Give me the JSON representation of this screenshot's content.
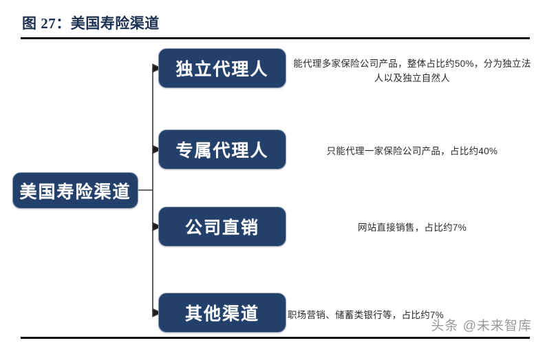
{
  "figure": {
    "title": "图 27：美国寿险渠道"
  },
  "diagram": {
    "root": {
      "label": "美国寿险渠道"
    },
    "children": [
      {
        "label": "独立代理人",
        "description": "能代理多家保险公司产品，整体占比约50%，分为独立法人以及独立自然人"
      },
      {
        "label": "专属代理人",
        "description": "只能代理一家保险公司产品，占比约40%"
      },
      {
        "label": "公司直销",
        "description": "网站直接销售，占比约7%"
      },
      {
        "label": "其他渠道",
        "description": "职场营销、储蓄类银行等，占比约7%"
      }
    ]
  },
  "watermark": {
    "text": "头条 @未来智库"
  },
  "colors": {
    "node_fill": "#23406b",
    "node_border": "#8d9cb5",
    "title_text": "#1b2f51",
    "rule": "#111111",
    "description_text": "#2b2b2b",
    "watermark_text": "#9a9a9a",
    "connector": "#3c3c3c"
  }
}
